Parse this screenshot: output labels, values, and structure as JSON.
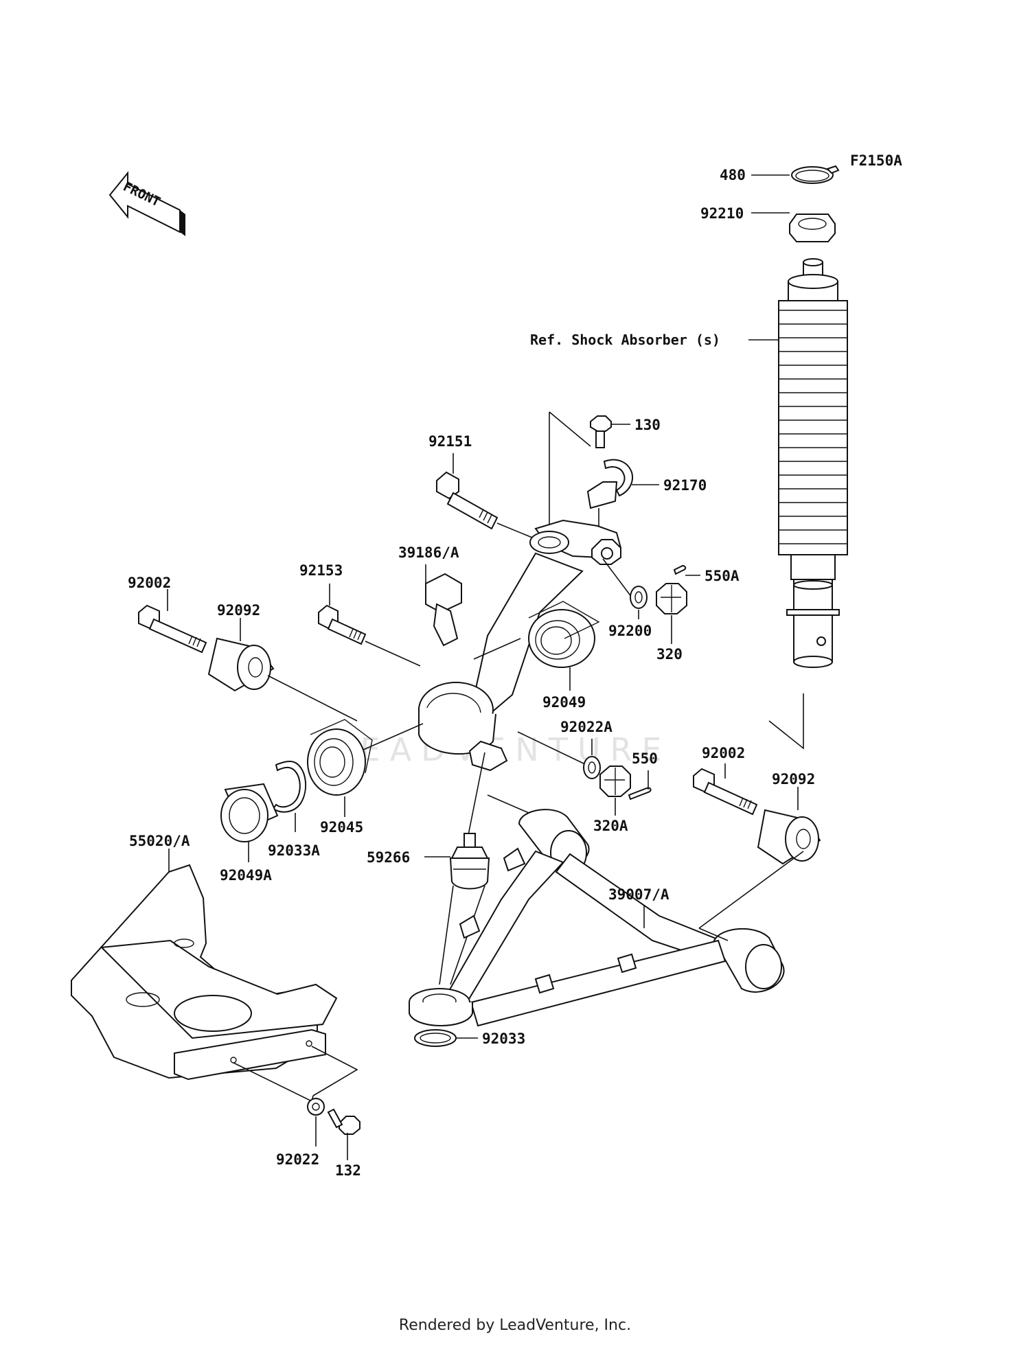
{
  "diagram": {
    "code": "F2150A",
    "front_label": "FRONT",
    "watermark": "LEADVENTURE",
    "reference": "Ref. Shock Absorber (s)",
    "labels": {
      "p480": "480",
      "p92210": "92210",
      "p130": "130",
      "p92151": "92151",
      "p92170": "92170",
      "p39186A": "39186/A",
      "p92153": "92153",
      "p550A": "550A",
      "p92002_left": "92002",
      "p92092_left": "92092",
      "p92200": "92200",
      "p320": "320",
      "p92049": "92049",
      "p92022A": "92022A",
      "p550": "550",
      "p92002_right": "92002",
      "p92092_right": "92092",
      "p92045": "92045",
      "p320A": "320A",
      "p55020A": "55020/A",
      "p92033A": "92033A",
      "p92049A": "92049A",
      "p59266": "59266",
      "p39007A": "39007/A",
      "p92033": "92033",
      "p92022": "92022",
      "p132": "132"
    }
  },
  "footer": "Rendered by LeadVenture, Inc."
}
